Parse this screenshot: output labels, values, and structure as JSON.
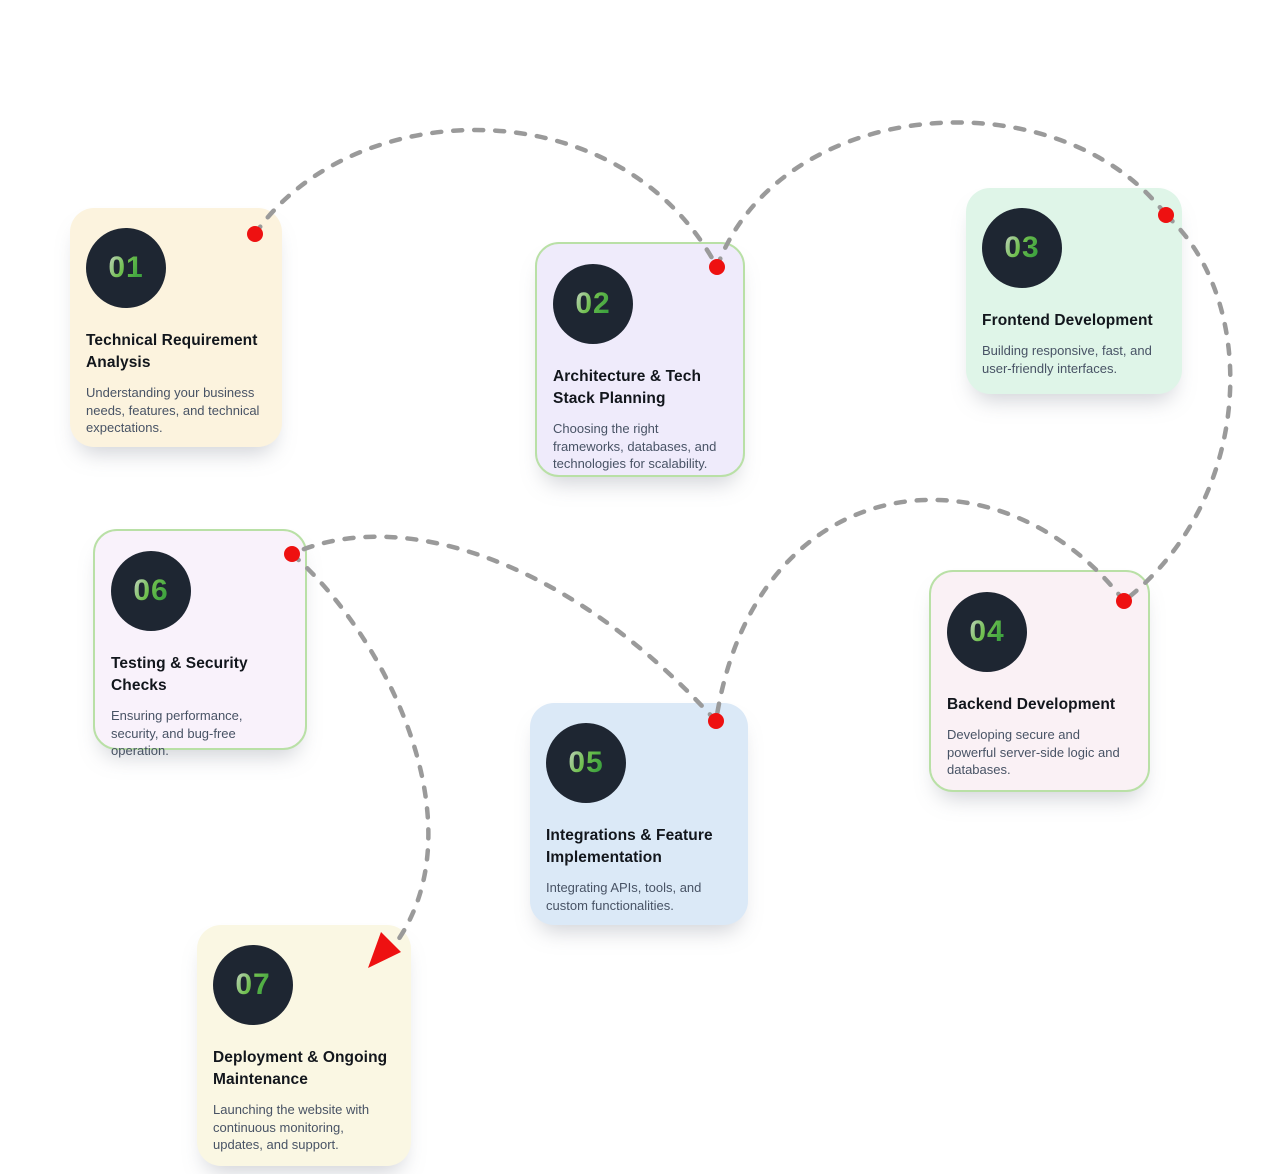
{
  "colors": {
    "circle_bg": "#1e2632",
    "number_light": "#ccd5cc",
    "number_green": "#3fa33f",
    "title": "#12161c",
    "desc": "#485365",
    "dash": "#9a9a9a",
    "dot": "#ee1111",
    "arrow": "#ee1111",
    "green_border": "#b9e0a6"
  },
  "steps": [
    {
      "number": "01",
      "title": "Technical Requirement Analysis",
      "description": "Understanding your business needs, features, and technical expectations.",
      "bg": "#fcf3de"
    },
    {
      "number": "02",
      "title": "Architecture & Tech Stack Planning",
      "description": "Choosing the right frameworks, databases, and technologies for scalability.",
      "bg": "#efebfb"
    },
    {
      "number": "03",
      "title": "Frontend Development",
      "description": "Building responsive, fast, and user-friendly interfaces.",
      "bg": "#dff5e8"
    },
    {
      "number": "04",
      "title": "Backend Development",
      "description": "Developing secure and powerful server-side logic and databases.",
      "bg": "#faf1f5"
    },
    {
      "number": "05",
      "title": "Integrations & Feature Implementation",
      "description": "Integrating APIs, tools, and custom functionalities.",
      "bg": "#dbe9f7"
    },
    {
      "number": "06",
      "title": "Testing & Security Checks",
      "description": "Ensuring performance, security, and bug-free operation.",
      "bg": "#f9f2fb"
    },
    {
      "number": "07",
      "title": "Deployment & Ongoing Maintenance",
      "description": "Launching the website with continuous monitoring, updates, and support.",
      "bg": "#faf7e3"
    }
  ],
  "connectors": {
    "style": "dashed-curve",
    "links": [
      {
        "from": "01",
        "to": "02"
      },
      {
        "from": "02",
        "to": "03"
      },
      {
        "from": "03",
        "to": "04"
      },
      {
        "from": "04",
        "to": "05"
      },
      {
        "from": "05",
        "to": "06"
      },
      {
        "from": "06",
        "to": "07",
        "end": "arrowhead"
      }
    ]
  }
}
